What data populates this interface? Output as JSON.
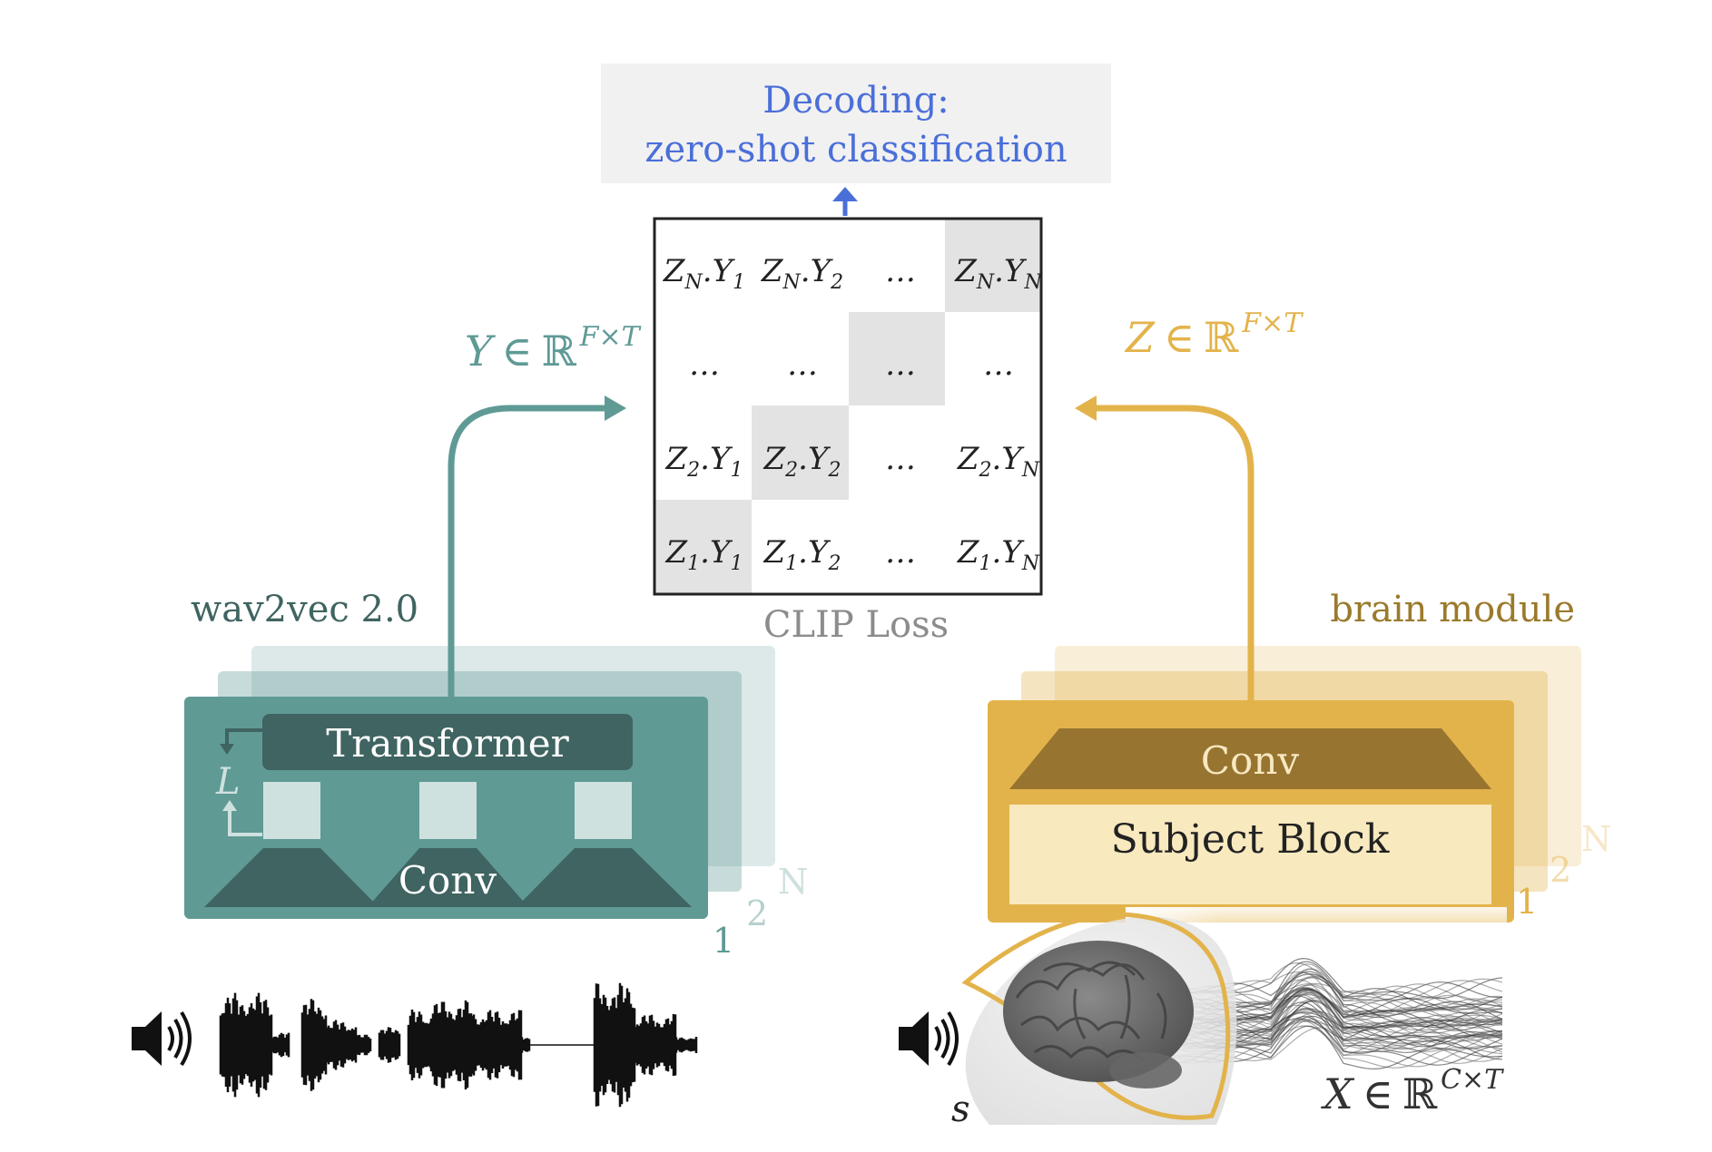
{
  "decoding": {
    "line1": "Decoding:",
    "line2": "zero-shot classification"
  },
  "matrix": {
    "caption": "CLIP Loss",
    "rows": [
      [
        {
          "z": "Z",
          "zs": "N",
          "y": "Y",
          "ys": "1"
        },
        {
          "z": "Z",
          "zs": "N",
          "y": "Y",
          "ys": "2"
        },
        {
          "ellipsis": "…"
        },
        {
          "z": "Z",
          "zs": "N",
          "y": "Y",
          "ys": "N"
        }
      ],
      [
        {
          "ellipsis": "…"
        },
        {
          "ellipsis": "…"
        },
        {
          "ellipsis": "…"
        },
        {
          "ellipsis": "…"
        }
      ],
      [
        {
          "z": "Z",
          "zs": "2",
          "y": "Y",
          "ys": "1"
        },
        {
          "z": "Z",
          "zs": "2",
          "y": "Y",
          "ys": "2"
        },
        {
          "ellipsis": "…"
        },
        {
          "z": "Z",
          "zs": "2",
          "y": "Y",
          "ys": "N"
        }
      ],
      [
        {
          "z": "Z",
          "zs": "1",
          "y": "Y",
          "ys": "1"
        },
        {
          "z": "Z",
          "zs": "1",
          "y": "Y",
          "ys": "2"
        },
        {
          "ellipsis": "…"
        },
        {
          "z": "Z",
          "zs": "1",
          "y": "Y",
          "ys": "N"
        }
      ]
    ]
  },
  "left": {
    "title": "wav2vec 2.0",
    "transformer": "Transformer",
    "conv": "Conv",
    "loop_label": "L",
    "layers": [
      "1",
      "2",
      "N"
    ],
    "embedding": {
      "var": "Y",
      "rel": "∈",
      "set": "ℝ",
      "dims": "F×T"
    }
  },
  "right": {
    "title": "brain module",
    "conv": "Conv",
    "subject_block": "Subject Block",
    "layers": [
      "1",
      "2",
      "N"
    ],
    "embedding": {
      "var": "Z",
      "rel": "∈",
      "set": "ℝ",
      "dims": "F×T"
    },
    "signal": {
      "var": "X",
      "rel": "∈",
      "set": "ℝ",
      "dims": "C×T"
    },
    "subject_label": "s"
  },
  "colors": {
    "teal": "#5f9a95",
    "teal_dark": "#3f6461",
    "teal_text": "#3f6461",
    "gold": "#e3b34b",
    "gold_dark": "#977430",
    "gold_text": "#9a7a2b",
    "blue": "#4a6fd9",
    "diag_shade": "#e3e3e3",
    "caption_gray": "#8c8c8c"
  }
}
